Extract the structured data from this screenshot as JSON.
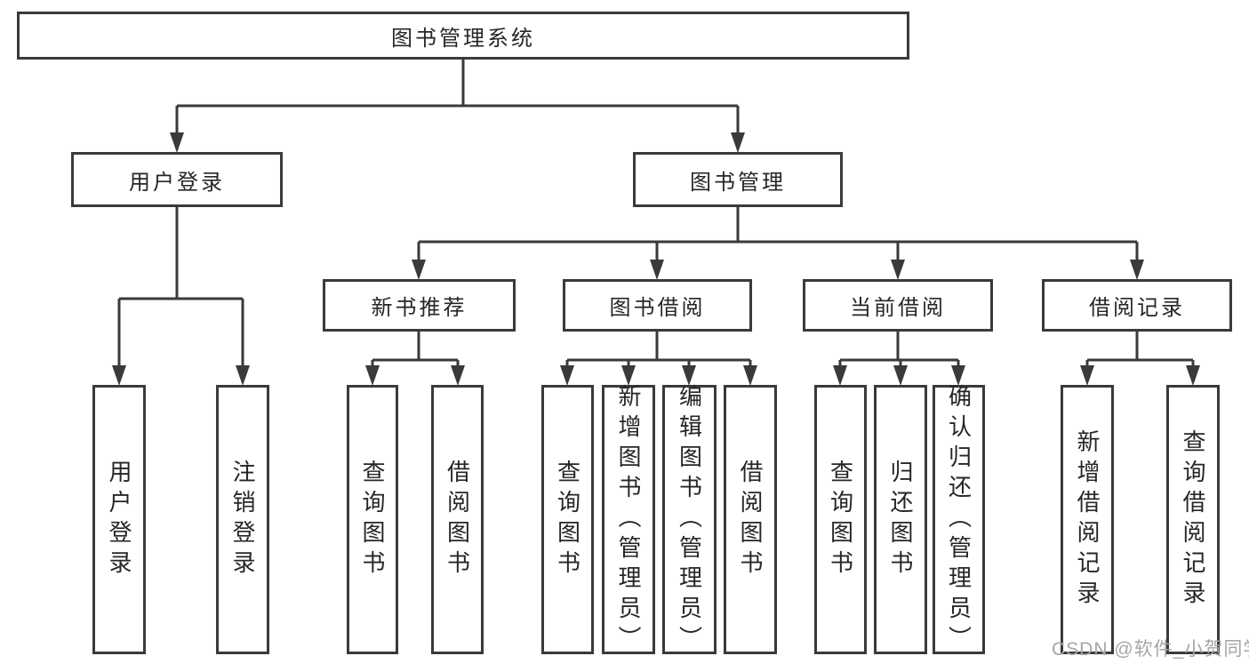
{
  "tree": {
    "root": {
      "label": "图书管理系统"
    },
    "children": [
      {
        "label": "用户登录",
        "children": [
          {
            "label": "用户登录"
          },
          {
            "label": "注销登录"
          }
        ]
      },
      {
        "label": "图书管理",
        "children": [
          {
            "label": "新书推荐",
            "children": [
              {
                "label": "查询图书"
              },
              {
                "label": "借阅图书"
              }
            ]
          },
          {
            "label": "图书借阅",
            "children": [
              {
                "label": "查询图书"
              },
              {
                "label": "新增图书（管理员）"
              },
              {
                "label": "编辑图书（管理员）"
              },
              {
                "label": "借阅图书"
              }
            ]
          },
          {
            "label": "当前借阅",
            "children": [
              {
                "label": "查询图书"
              },
              {
                "label": "归还图书"
              },
              {
                "label": "确认归还（管理员）"
              }
            ]
          },
          {
            "label": "借阅记录",
            "children": [
              {
                "label": "新增借阅记录"
              },
              {
                "label": "查询借阅记录"
              }
            ]
          }
        ]
      }
    ]
  },
  "watermark": {
    "text": "CSDN @软件_小贺同学"
  },
  "colors": {
    "line": "#3a3a3a",
    "border": "#3a3a3a",
    "text": "#262626",
    "watermark": "#a6a6a6"
  }
}
